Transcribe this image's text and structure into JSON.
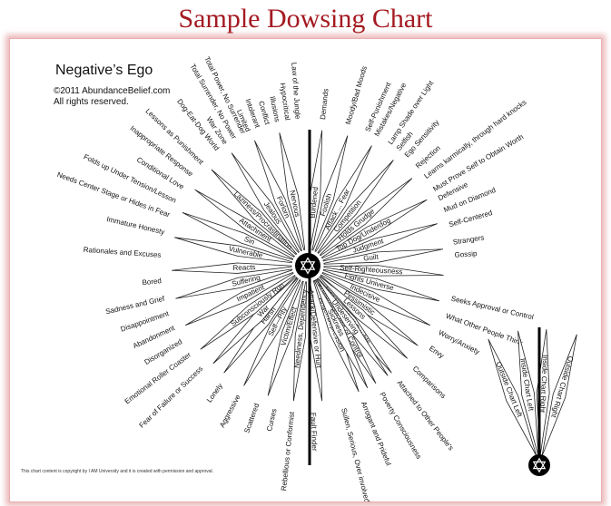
{
  "header": {
    "title": "Sample Dowsing Chart"
  },
  "chart": {
    "title": "Negative’s Ego",
    "copyright_line1": "©2011 AbundanceBelief.com",
    "copyright_line2": "All rights reserved.",
    "footer_note": "This chart content is copyright by I AM University and it is created with permission and approval.",
    "fan_labels": [
      {
        "text": "Law of the Jungle",
        "angle": 94
      },
      {
        "text": "Demands",
        "angle": 84
      },
      {
        "text": "Moody/Bad Moods",
        "angle": 74
      },
      {
        "text": "Self-Punishment",
        "angle": 66
      },
      {
        "text": "Mistakes/Negative",
        "angle": 62
      },
      {
        "text": "Lamp Shade over Light",
        "angle": 56
      },
      {
        "text": "Selfish",
        "angle": 52
      },
      {
        "text": "Ego Sensitivity",
        "angle": 48
      },
      {
        "text": "Rejection",
        "angle": 42
      },
      {
        "text": "Learns karmically, through hard knocks",
        "angle": 37
      },
      {
        "text": "Must Prove Self to Obtain Worth",
        "angle": 31
      },
      {
        "text": "Defensive",
        "angle": 27
      },
      {
        "text": "Mud on Diamond",
        "angle": 22
      },
      {
        "text": "Self-Centered",
        "angle": 16
      },
      {
        "text": "Strangers",
        "angle": 9
      },
      {
        "text": "Gossip",
        "angle": 4
      },
      {
        "text": "Seeks Approval or Control",
        "angle": -13
      },
      {
        "text": "What Other People Think",
        "angle": -20
      },
      {
        "text": "Worry/Anxiety",
        "angle": -27
      },
      {
        "text": "Envy",
        "angle": -34
      },
      {
        "text": "Comparisons",
        "angle": -44
      },
      {
        "text": "Attached to Other People's",
        "angle": -52
      },
      {
        "text": "Poverty Consciousness",
        "angle": -60
      },
      {
        "text": "Arrogant and Prideful",
        "angle": -68
      },
      {
        "text": "Sullen, Serious, Over involved",
        "angle": -76
      },
      {
        "text": "Fault Finder",
        "angle": -88
      },
      {
        "text": "Rebellious or Conformist",
        "angle": -96
      },
      {
        "text": "Curses",
        "angle": -103
      },
      {
        "text": "Scattered",
        "angle": -110
      },
      {
        "text": "Aggressive",
        "angle": -118
      },
      {
        "text": "Lonely",
        "angle": -126
      },
      {
        "text": "Fear of Failure or Success",
        "angle": -136
      },
      {
        "text": "Emotional Roller Coaster",
        "angle": -143
      },
      {
        "text": "Disorganized",
        "angle": -149
      },
      {
        "text": "Abandonment",
        "angle": -155
      },
      {
        "text": "Disappointment",
        "angle": -161
      },
      {
        "text": "Sadness and Grief",
        "angle": -167
      },
      {
        "text": "Bored",
        "angle": -174
      },
      {
        "text": "Rationales and Excuses",
        "angle": 176
      },
      {
        "text": "Immature Honesty",
        "angle": 167
      },
      {
        "text": "Needs Center Stage or Hides in Fear",
        "angle": 160
      },
      {
        "text": "Folds up Under Tension/Lesson",
        "angle": 154
      },
      {
        "text": "Conditional Love",
        "angle": 148
      },
      {
        "text": "Inappropriate Response",
        "angle": 142
      },
      {
        "text": "Lessons as Punishment",
        "angle": 136
      },
      {
        "text": "Dog-Eat-Dog World",
        "angle": 128
      },
      {
        "text": "War Zone",
        "angle": 124
      },
      {
        "text": "Total Surrender, No Power",
        "angle": 120
      },
      {
        "text": "Total Power, No Surrender",
        "angle": 116
      },
      {
        "text": "Limited",
        "angle": 114
      },
      {
        "text": "Intolerant",
        "angle": 110
      },
      {
        "text": "Conflict",
        "angle": 106
      },
      {
        "text": "Illusions",
        "angle": 102
      },
      {
        "text": "Hypocritical",
        "angle": 98
      }
    ],
    "petal_labels": [
      {
        "text": "Burdened",
        "angle": 84
      },
      {
        "text": "Foolish",
        "angle": 73
      },
      {
        "text": "Attack ... Fear",
        "angle": 62
      },
      {
        "text": "Competition",
        "angle": 51
      },
      {
        "text": "Holds Grudge",
        "angle": 40
      },
      {
        "text": "Top Dog/Underdog",
        "angle": 29
      },
      {
        "text": "Judgment",
        "angle": 18
      },
      {
        "text": "Guilt",
        "angle": 7
      },
      {
        "text": "Self-Righteousness",
        "angle": -4
      },
      {
        "text": "Fights Universe",
        "angle": -15
      },
      {
        "text": "Indecisive",
        "angle": -26
      },
      {
        "text": "Pessimistic",
        "angle": -36
      },
      {
        "text": "Lessons",
        "angle": -43
      },
      {
        "text": "Insecurity/Self-Doubts",
        "angle": -52
      },
      {
        "text": "Powerless/Loss of Control",
        "angle": -60
      },
      {
        "text": "Anger/Depression",
        "angle": -68
      },
      {
        "text": "Undeserving",
        "angle": -54
      },
      {
        "text": "Sickness",
        "angle": -64
      },
      {
        "text": "Attack/Defensive or Hurt",
        "angle": -84
      },
      {
        "text": "Neediness, Dependency",
        "angle": -96
      },
      {
        "text": "Victim/Effect",
        "angle": -107
      },
      {
        "text": "Self—Pity",
        "angle": -118
      },
      {
        "text": "Harsh",
        "angle": -128
      },
      {
        "text": "War",
        "angle": -134
      },
      {
        "text": "Subconsciously Run",
        "angle": -142
      },
      {
        "text": "Impatient",
        "angle": -154
      },
      {
        "text": "Suffering",
        "angle": -166
      },
      {
        "text": "Reacts",
        "angle": -178
      },
      {
        "text": "Vulnerable",
        "angle": 168
      },
      {
        "text": "Sin",
        "angle": 157
      },
      {
        "text": "Attachment",
        "angle": 146
      },
      {
        "text": "Laziness/Procrastination",
        "angle": 135
      },
      {
        "text": "Jealous",
        "angle": 124
      },
      {
        "text": "Forlorn",
        "angle": 113
      },
      {
        "text": "Nervous",
        "angle": 102
      }
    ],
    "mini_labels": [
      "Outside Chart Left",
      "Inside Chart Left",
      "Inside Chart Right",
      "Outside Chart Right"
    ]
  }
}
